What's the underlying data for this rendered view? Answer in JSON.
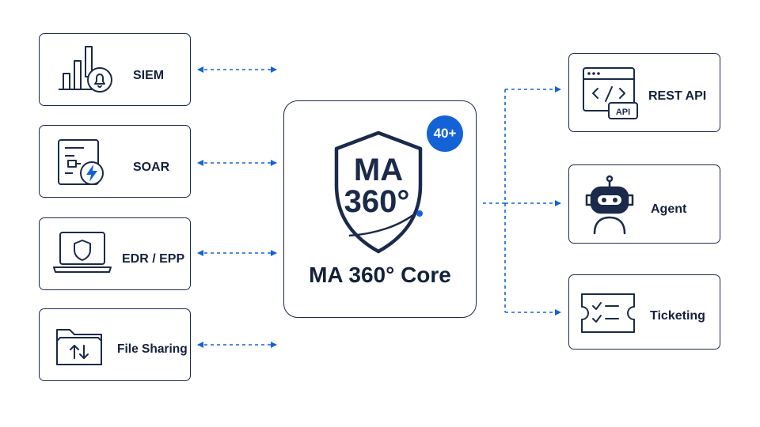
{
  "inputs": [
    {
      "id": "siem",
      "label": "SIEM",
      "icon": "siem-alert-chart-icon"
    },
    {
      "id": "soar",
      "label": "SOAR",
      "icon": "soar-workflow-icon"
    },
    {
      "id": "edr",
      "label": "EDR / EPP",
      "icon": "laptop-shield-icon"
    },
    {
      "id": "file_sharing",
      "label": "File Sharing",
      "icon": "folder-transfer-icon"
    }
  ],
  "core": {
    "title": "MA 360° Core",
    "logo_top": "MA",
    "logo_bottom": "360°",
    "badge": "40+"
  },
  "outputs": [
    {
      "id": "rest_api",
      "label": "REST API",
      "icon": "api-window-icon",
      "icon_text": "API"
    },
    {
      "id": "agent",
      "label": "Agent",
      "icon": "robot-icon"
    },
    {
      "id": "ticketing",
      "label": "Ticketing",
      "icon": "ticket-checklist-icon"
    }
  ],
  "colors": {
    "navy": "#1b2a4a",
    "accent_blue": "#1463d6",
    "background": "#ffffff"
  }
}
